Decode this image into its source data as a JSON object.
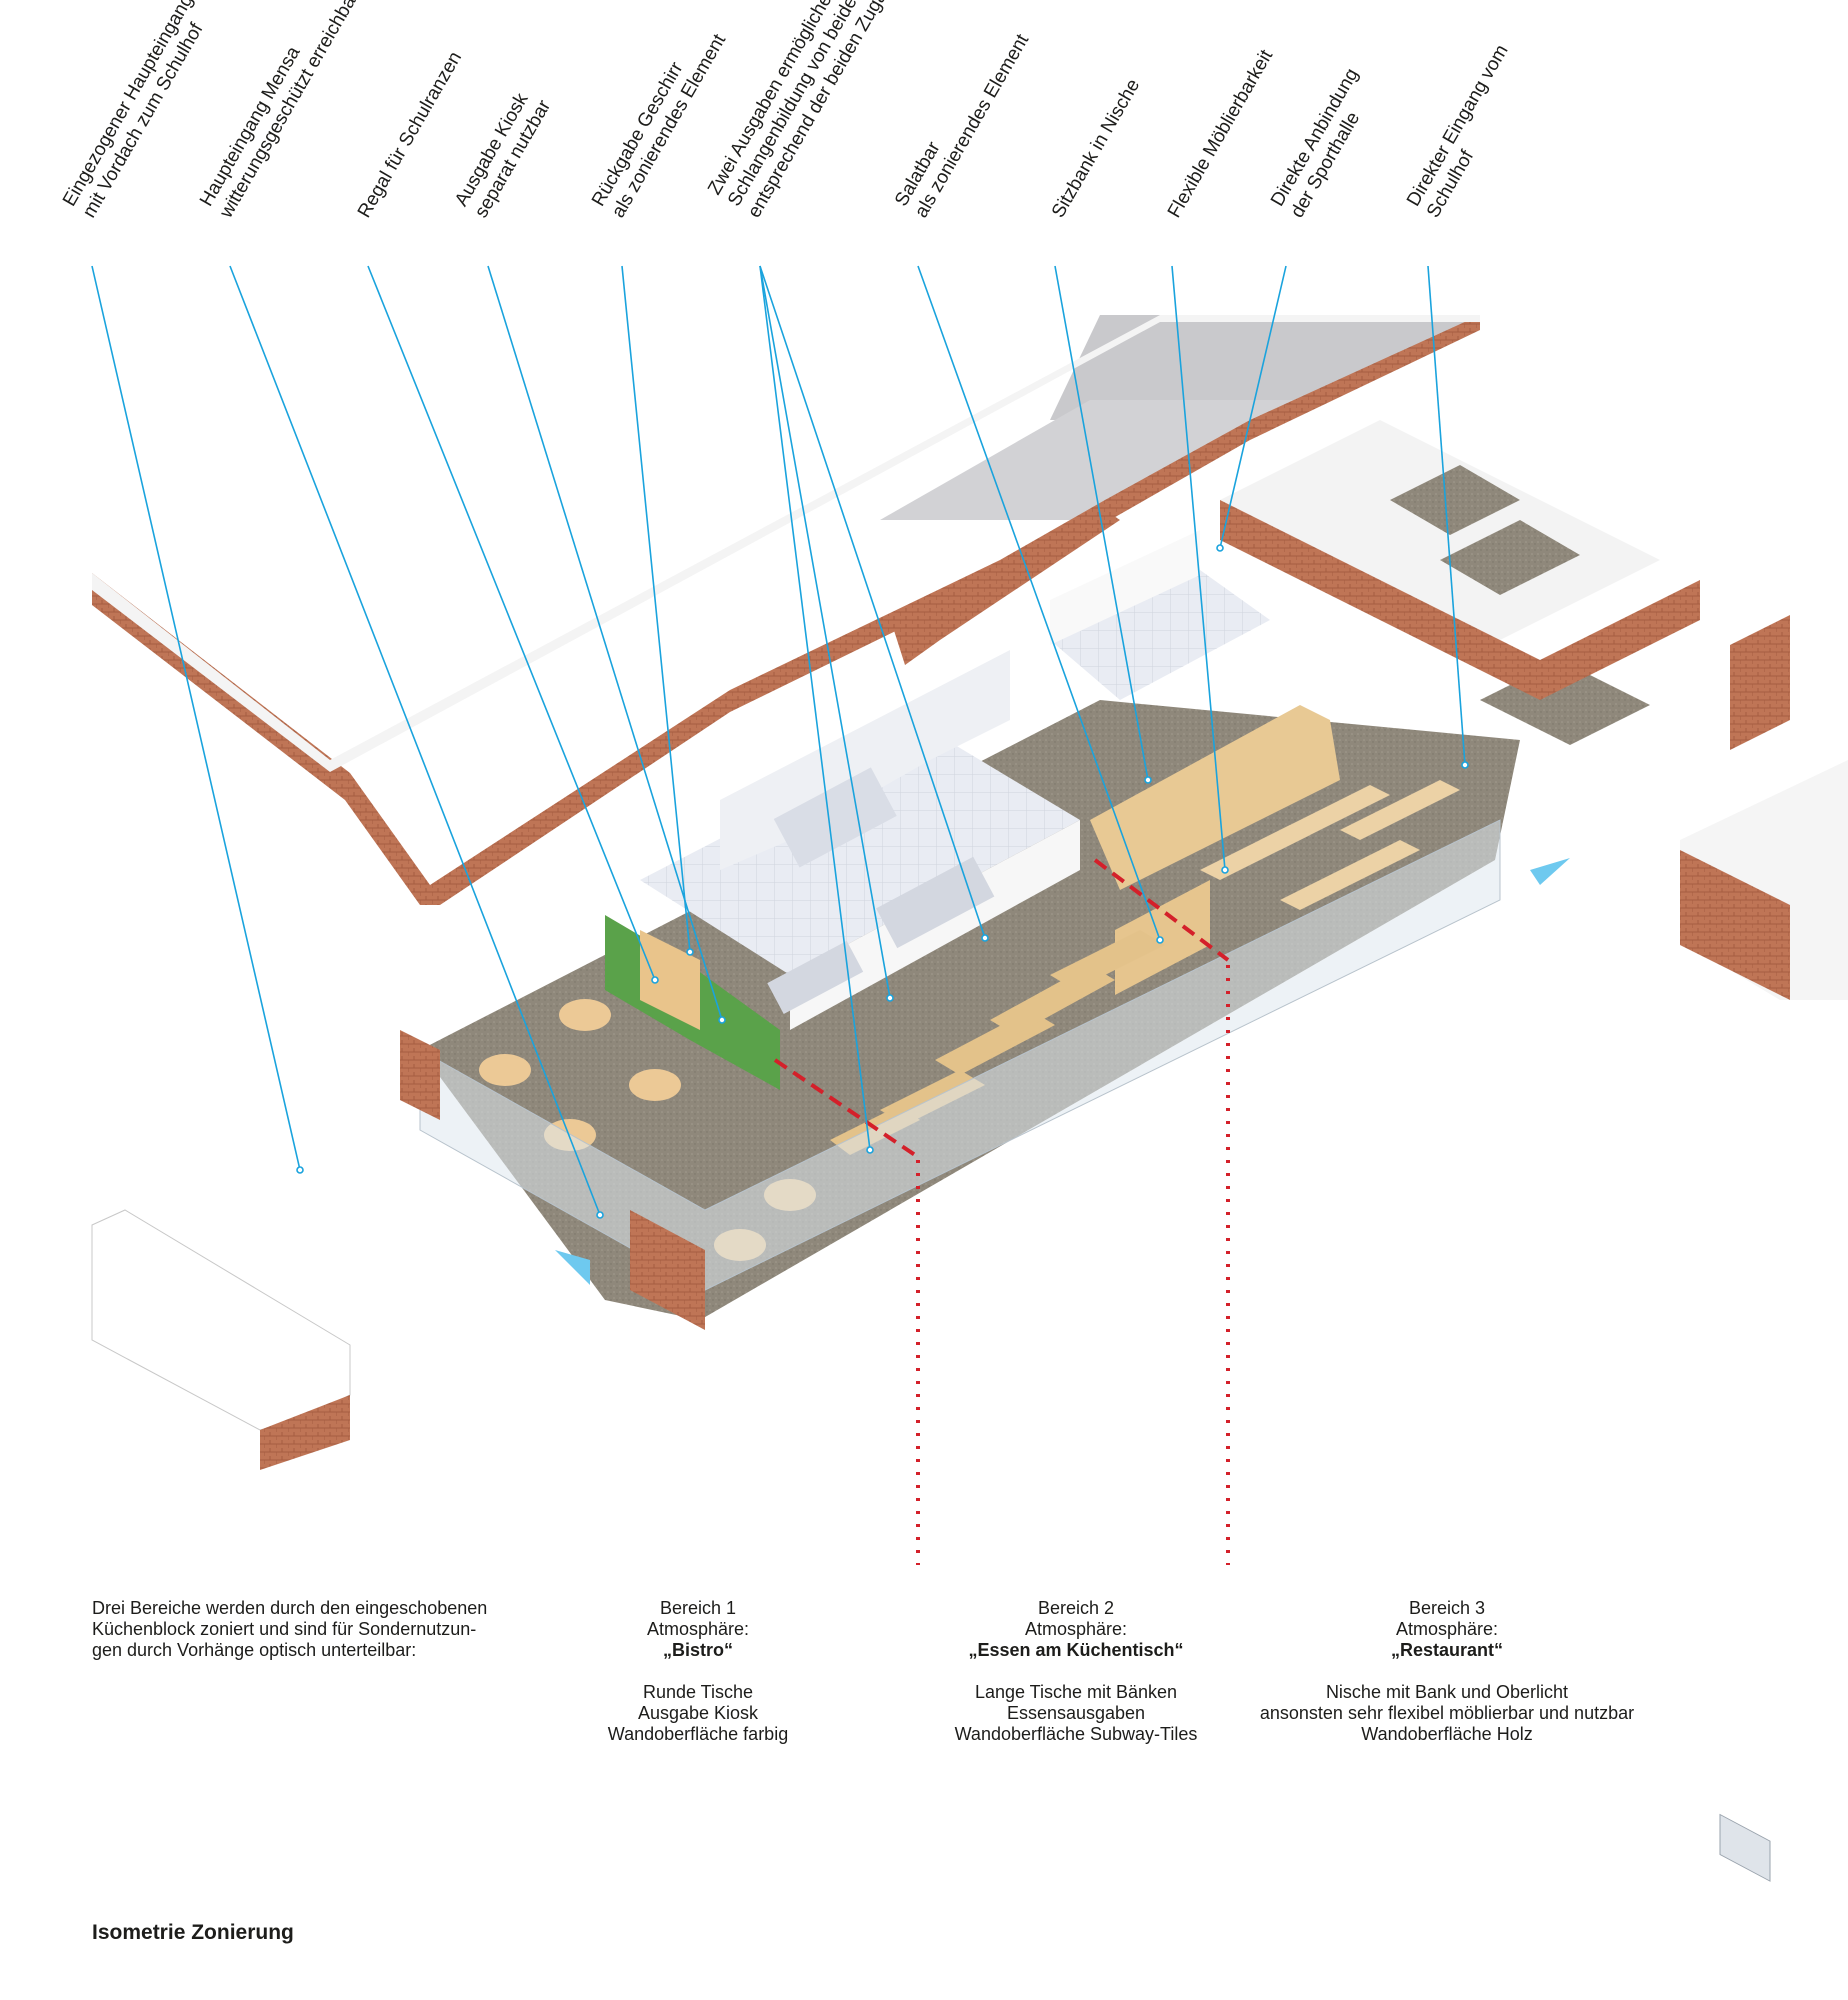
{
  "callouts": [
    {
      "line1": "Eingezogener Haupteingang",
      "line2": "mit Vordach zum Schulhof"
    },
    {
      "line1": "Haupteingang Mensa",
      "line2": "witterungsgeschützt erreichbar"
    },
    {
      "line1": "Regal für Schulranzen",
      "line2": ""
    },
    {
      "line1": "Ausgabe Kiosk",
      "line2": "separat nutzbar"
    },
    {
      "line1": "Rückgabe Geschirr",
      "line2": "als zonierendes Element"
    },
    {
      "line1": "Zwei Ausgaben ermöglichen",
      "line2": "Schlangenbildung von beiden Seiten",
      "line3": "entsprechend der beiden Zugänge"
    },
    {
      "line1": "Salatbar",
      "line2": "als zonierendes Element"
    },
    {
      "line1": "Sitzbank in Nische",
      "line2": ""
    },
    {
      "line1": "Flexible Möblierbarkeit",
      "line2": ""
    },
    {
      "line1": "Direkte Anbindung",
      "line2": "der Sporthalle"
    },
    {
      "line1": "Direkter Eingang vom",
      "line2": "Schulhof"
    }
  ],
  "intro": {
    "line1": "Drei Bereiche werden durch den eingeschobenen",
    "line2": "Küchenblock zoniert und sind für Sondernutzun-",
    "line3": "gen durch Vorhänge optisch unterteilbar:"
  },
  "zones": [
    {
      "title": "Bereich 1",
      "atmo": "Atmosphäre:",
      "name": "„Bistro“",
      "items": [
        "Runde Tische",
        "Ausgabe Kiosk",
        "Wandoberfläche farbig"
      ]
    },
    {
      "title": "Bereich 2",
      "atmo": "Atmosphäre:",
      "name": "„Essen am Küchentisch“",
      "items": [
        "Lange Tische mit Bänken",
        "Essensausgaben",
        "Wandoberfläche Subway-Tiles"
      ]
    },
    {
      "title": "Bereich 3",
      "atmo": "Atmosphäre:",
      "name": "„Restaurant“",
      "items": [
        "Nische mit Bank und Oberlicht",
        "ansonsten sehr flexibel möblierbar und nutzbar",
        "Wandoberfläche Holz"
      ]
    }
  ],
  "footer": "Isometrie Zonierung",
  "colors": {
    "callout_line": "#1aa3dd",
    "zone_divider": "#d4202a",
    "brick": "#b86b4b",
    "floor": "#8c8577",
    "wood": "#e8c994",
    "wall_green": "#5aa24a"
  }
}
